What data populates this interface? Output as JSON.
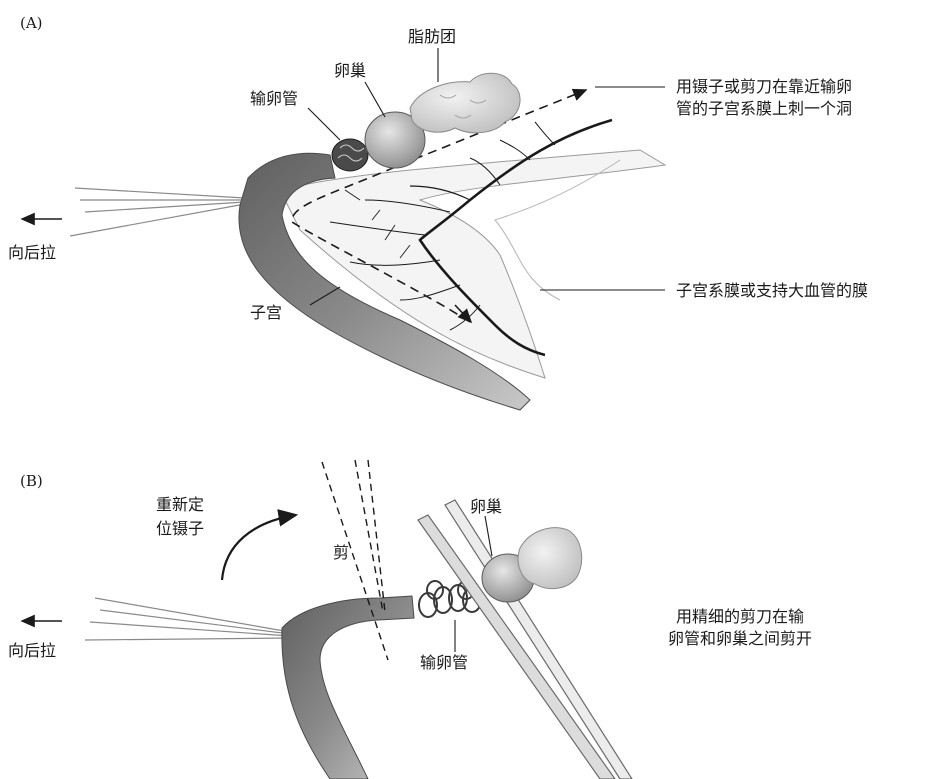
{
  "panel_a": {
    "tag": "(A)",
    "labels": {
      "fat_pad": "脂肪团",
      "ovary": "卵巢",
      "oviduct": "输卵管",
      "hole_note_1": "用镊子或剪刀在靠近输卵",
      "hole_note_2": "管的子宫系膜上刺一个洞",
      "pull_back": "向后拉",
      "uterus": "子宫",
      "mesometrium": "子宫系膜或支持大血管的膜"
    }
  },
  "panel_b": {
    "tag": "(B)",
    "labels": {
      "reposition_1": "重新定",
      "reposition_2": "位镊子",
      "scissors": "剪",
      "ovary": "卵巢",
      "pull_back": "向后拉",
      "oviduct": "输卵管",
      "cut_note_1": "用精细的剪刀在输",
      "cut_note_2": "卵管和卵巢之间剪开"
    }
  },
  "colors": {
    "ink": "#1a1a1a",
    "tissue_dark": "#6e6e6e",
    "tissue_mid": "#a6a6a6",
    "tissue_light": "#d9d9d9"
  }
}
